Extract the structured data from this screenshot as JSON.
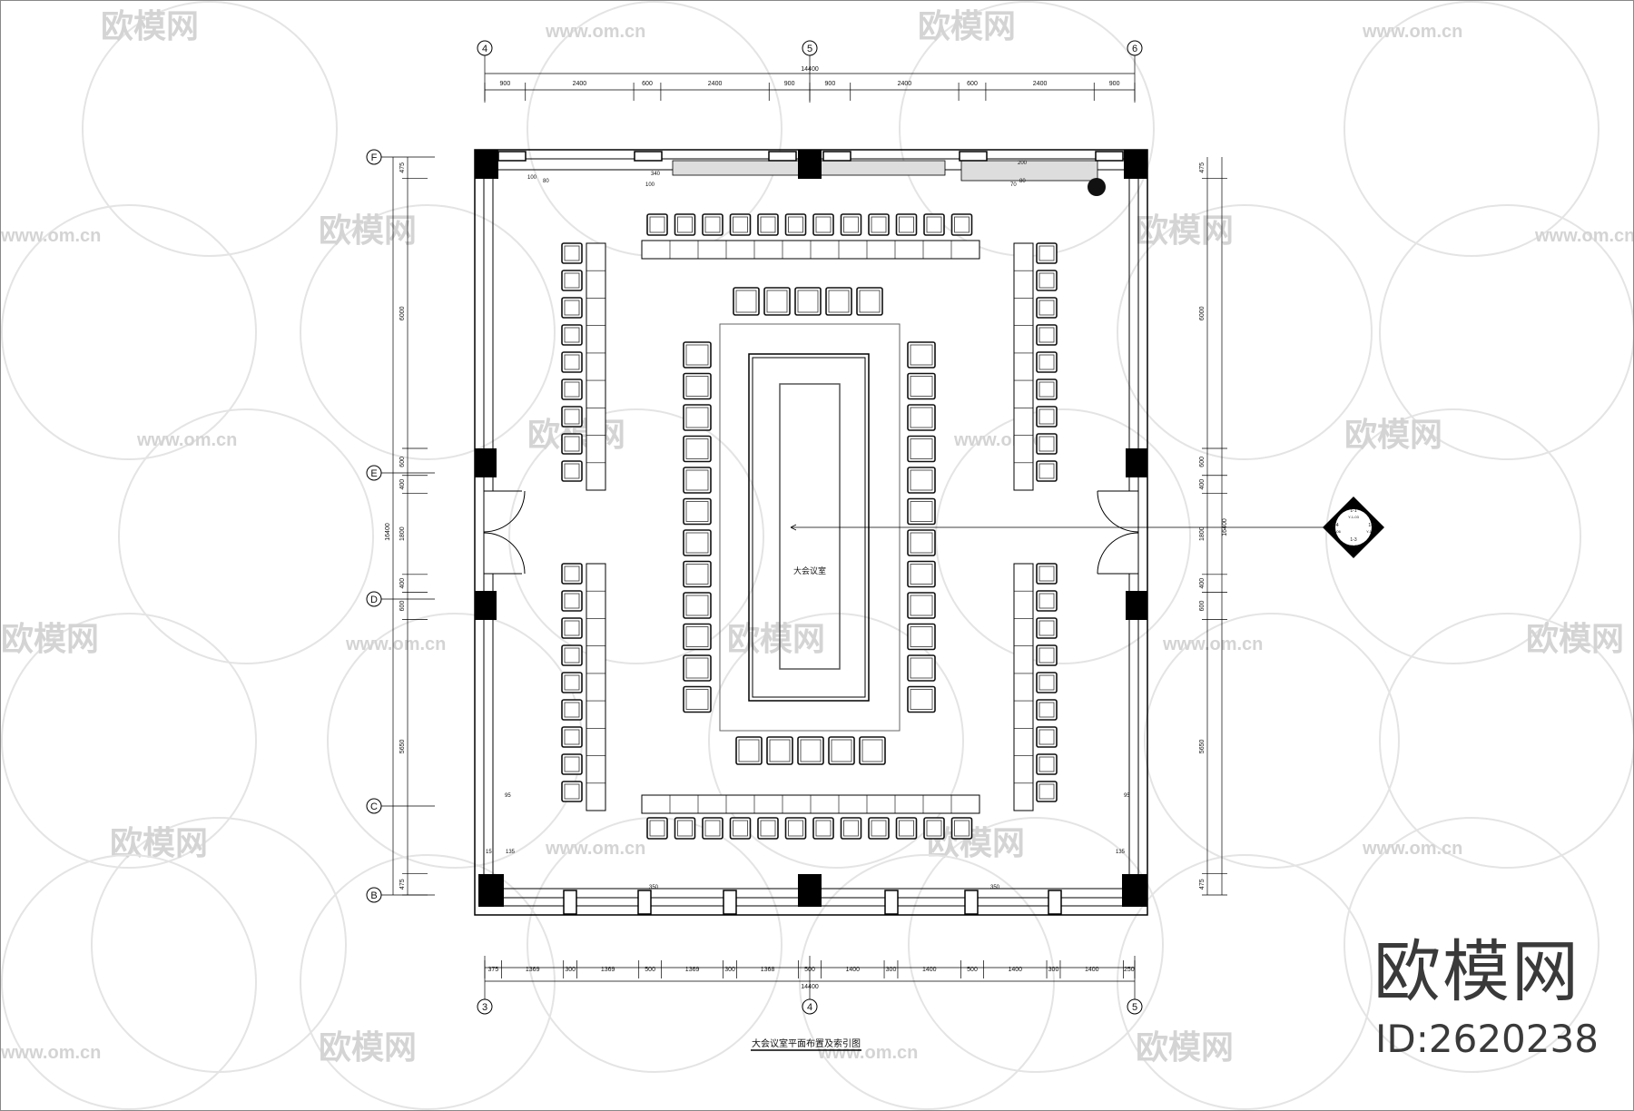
{
  "drawing": {
    "title": "大会议室平面布置及索引图",
    "room_label": "大会议室",
    "top_axes": [
      "4",
      "5",
      "6"
    ],
    "bottom_axes": [
      "3",
      "4",
      "5"
    ],
    "row_axes": [
      "F",
      "E",
      "D",
      "C",
      "B"
    ],
    "top_total": "14400",
    "top_dims": [
      "900",
      "2400",
      "600",
      "2400",
      "900",
      "900",
      "2400",
      "600",
      "2400",
      "900"
    ],
    "bottom_total": "14400",
    "bottom_dims": [
      "375",
      "1369",
      "300",
      "1369",
      "500",
      "1369",
      "300",
      "1368",
      "500",
      "1400",
      "300",
      "1400",
      "500",
      "1400",
      "300",
      "1400",
      "250"
    ],
    "left_total": "16400",
    "left_dims": [
      "475",
      "6000",
      "600",
      "400",
      "1800",
      "400",
      "600",
      "5650",
      "475"
    ],
    "right_total": "16400",
    "right_dims": [
      "475",
      "6000",
      "600",
      "400",
      "1800",
      "400",
      "600",
      "5650",
      "475"
    ],
    "detail_dims": [
      "100",
      "80",
      "340",
      "100",
      "200",
      "80",
      "70",
      "350",
      "350",
      "95",
      "95",
      "15",
      "135",
      "135"
    ],
    "index_symbol": {
      "labels": [
        "1-1",
        "1-2",
        "1-3",
        "1-4"
      ],
      "refs": [
        "Y-1-03",
        "Y-1-05",
        "Y-1-04",
        "Y-1-06"
      ]
    }
  },
  "watermark": {
    "logo_text": "欧模网",
    "url_text": "www.om.cn"
  },
  "brand": {
    "name": "欧模网",
    "id": "ID:2620238"
  }
}
